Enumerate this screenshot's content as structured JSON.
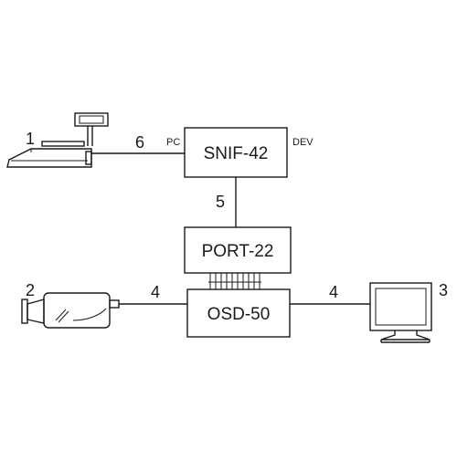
{
  "blocks": {
    "snif": "SNIF-42",
    "port": "PORT-22",
    "osd": "OSD-50"
  },
  "port_labels": {
    "pc": "PC",
    "dev": "DEV"
  },
  "devices": {
    "scale": "1",
    "camera": "2",
    "monitor": "3"
  },
  "cables": {
    "scale_to_snif": "6",
    "snif_to_port": "5",
    "camera_to_osd": "4",
    "osd_to_monitor": "4"
  },
  "colors": {
    "line": "#1a1a1a",
    "background": "#ffffff"
  }
}
